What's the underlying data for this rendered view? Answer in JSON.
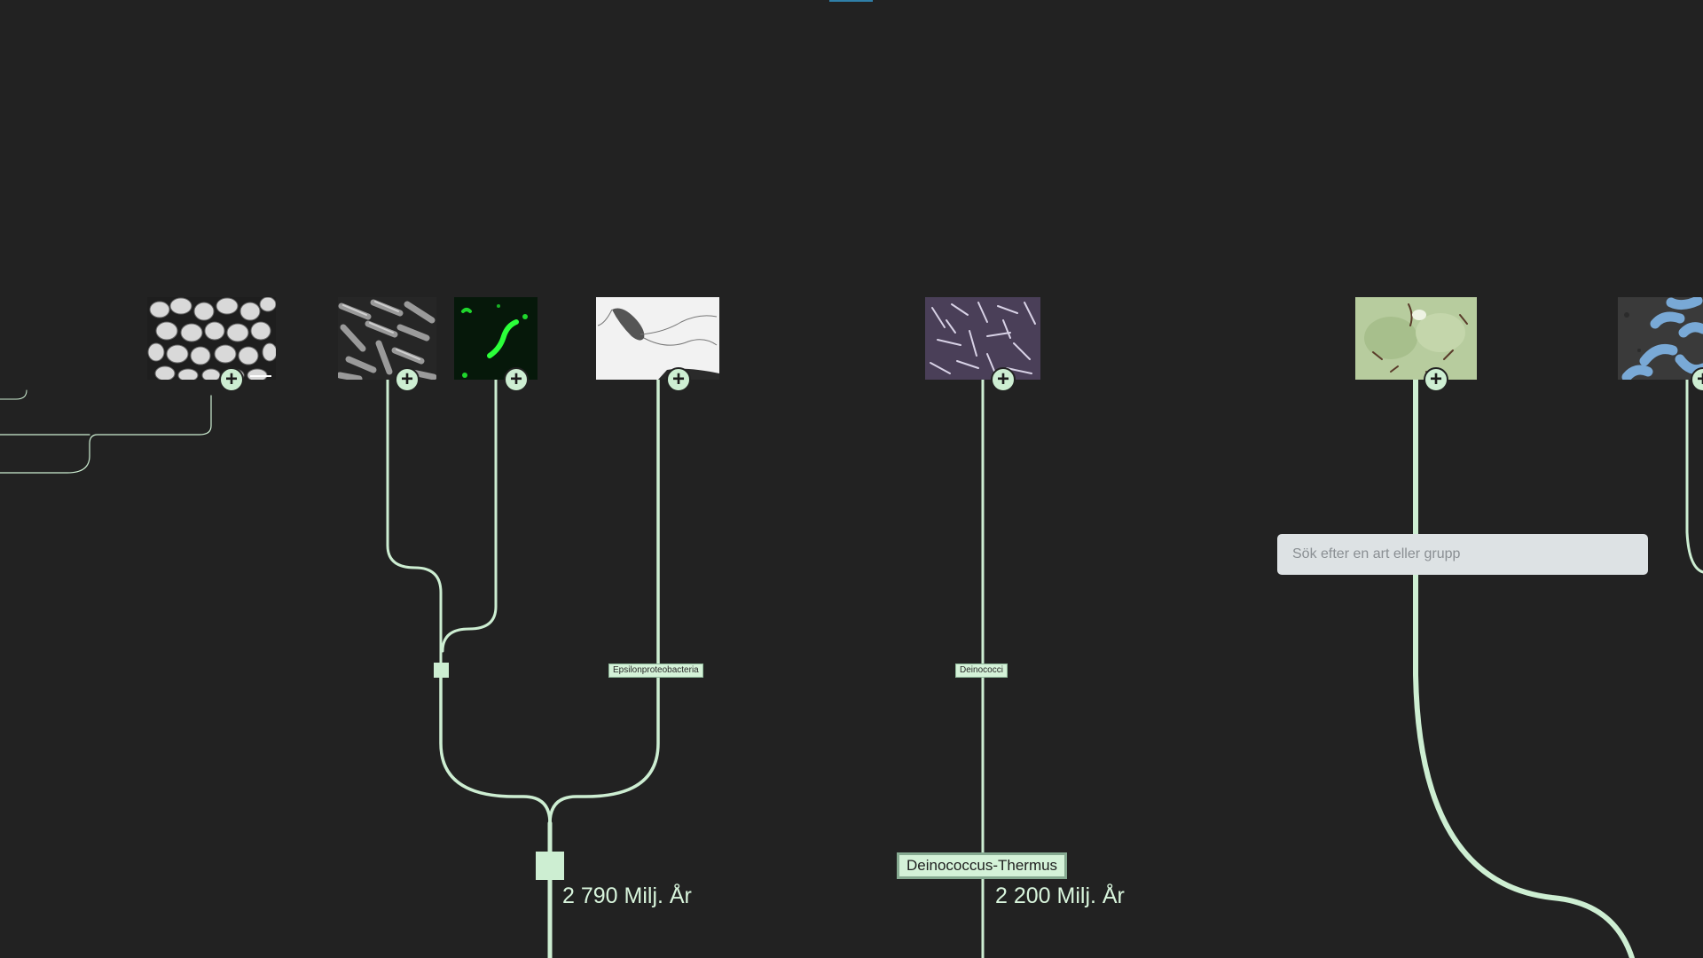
{
  "search": {
    "placeholder": "Sök efter en art eller grupp"
  },
  "thumbnails": [
    {
      "icon": "bacteria-photo-round-cells",
      "expand": "+"
    },
    {
      "icon": "bacteria-photo-rods",
      "expand": "+"
    },
    {
      "icon": "bacteria-photo-green-fluorescent",
      "expand": "+"
    },
    {
      "icon": "bacteria-photo-flagellated",
      "expand": "+"
    },
    {
      "icon": "bacteria-photo-purple-filaments",
      "expand": "+"
    },
    {
      "icon": "bacteria-photo-green-culture",
      "expand": "+"
    },
    {
      "icon": "bacteria-photo-blue-rods",
      "expand": "+"
    }
  ],
  "clade_tags": {
    "epsilon": "Epsilonproteobacteria",
    "deinococci": "Deinococci"
  },
  "groups": {
    "deinococcus_thermus": "Deinococcus-Thermus"
  },
  "ages": {
    "proteobacteria_node": "2 790 Milj. År",
    "deinococcus_node": "2 200 Milj. År"
  },
  "colors": {
    "background": "#222222",
    "branch": "#cdeed2",
    "label_fill": "#d4f2d8",
    "accent_top": "#2f7fa8"
  }
}
